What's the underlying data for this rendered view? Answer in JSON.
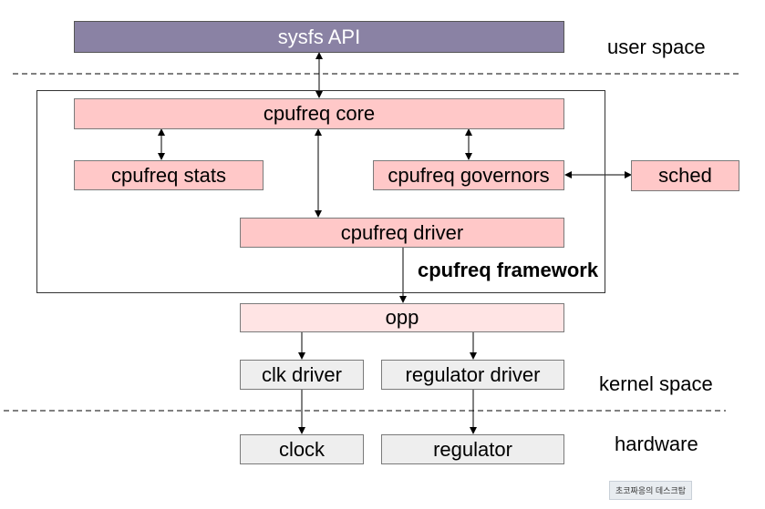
{
  "colors": {
    "api": "#8a82a4",
    "core": "#ffc8c8",
    "light": "#ffe4e4",
    "hw": "#eeeeee",
    "line": "#000000"
  },
  "nodes": {
    "sysfs": "sysfs API",
    "core": "cpufreq core",
    "stats": "cpufreq stats",
    "governors": "cpufreq governors",
    "sched": "sched",
    "driver": "cpufreq driver",
    "opp": "opp",
    "clk_driver": "clk driver",
    "regulator_driver": "regulator driver",
    "clock": "clock",
    "regulator": "regulator"
  },
  "labels": {
    "user_space": "user space",
    "framework": "cpufreq framework",
    "kernel_space": "kernel space",
    "hardware": "hardware"
  },
  "watermark": "초코짜응의 데스크탑",
  "edges": [
    {
      "from": "sysfs",
      "to": "core",
      "arrows": "both"
    },
    {
      "from": "core",
      "to": "stats",
      "arrows": "both"
    },
    {
      "from": "core",
      "to": "driver",
      "arrows": "both"
    },
    {
      "from": "core",
      "to": "governors",
      "arrows": "both"
    },
    {
      "from": "governors",
      "to": "sched",
      "arrows": "both"
    },
    {
      "from": "driver",
      "to": "opp",
      "arrows": "forward"
    },
    {
      "from": "opp",
      "to": "clk_driver",
      "arrows": "forward"
    },
    {
      "from": "opp",
      "to": "regulator_driver",
      "arrows": "forward"
    },
    {
      "from": "clk_driver",
      "to": "clock",
      "arrows": "forward"
    },
    {
      "from": "regulator_driver",
      "to": "regulator",
      "arrows": "forward"
    }
  ]
}
